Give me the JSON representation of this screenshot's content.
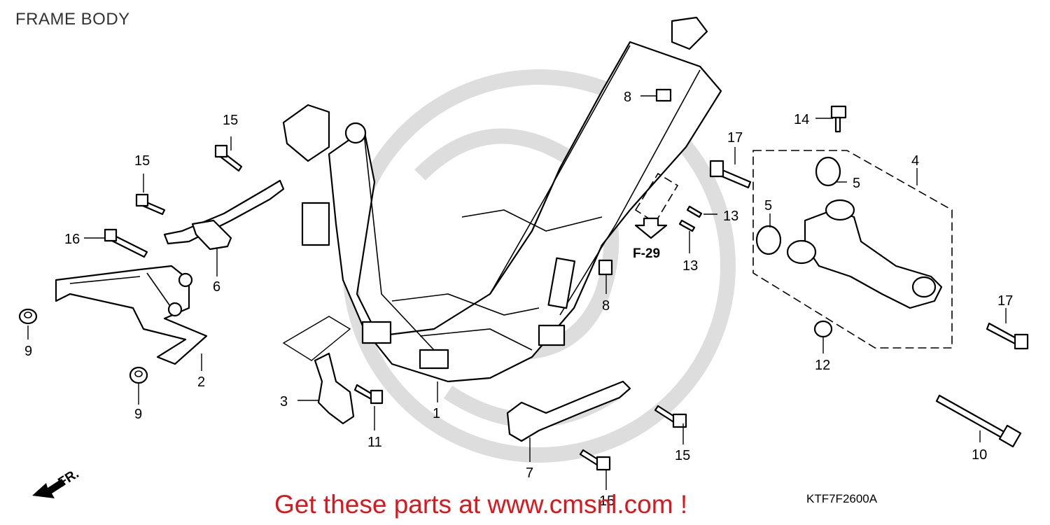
{
  "header": {
    "title": "FRAME BODY"
  },
  "footer": {
    "promo": "Get these parts at www.cmsnl.com !",
    "diagram_code": "KTF7F2600A"
  },
  "reference": {
    "label": "F-29"
  },
  "direction": {
    "label": "FR."
  },
  "callouts": {
    "c1": "1",
    "c2": "2",
    "c3": "3",
    "c4": "4",
    "c5a": "5",
    "c5b": "5",
    "c6": "6",
    "c7": "7",
    "c8a": "8",
    "c8b": "8",
    "c9a": "9",
    "c9b": "9",
    "c10": "10",
    "c11": "11",
    "c12": "12",
    "c13a": "13",
    "c13b": "13",
    "c14": "14",
    "c15a": "15",
    "c15b": "15",
    "c15c": "15",
    "c15d": "15",
    "c16": "16",
    "c17a": "17",
    "c17b": "17"
  }
}
